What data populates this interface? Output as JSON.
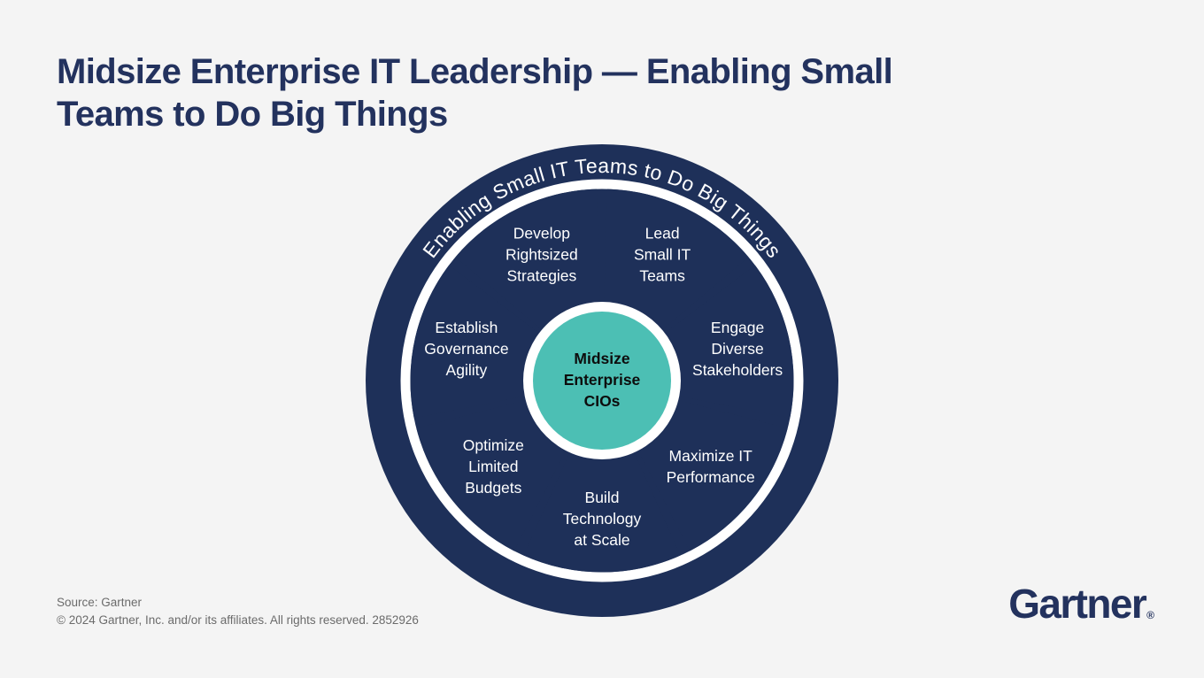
{
  "page": {
    "title_line1": "Midsize Enterprise IT Leadership — Enabling Small",
    "title_line2": "Teams to Do Big Things",
    "background_color": "#f4f4f4"
  },
  "colors": {
    "navy": "#1e3059",
    "teal": "#4cbfb4",
    "white": "#ffffff",
    "title": "#23325e",
    "footer_text": "#6b6b6b"
  },
  "diagram": {
    "type": "concentric-wheel",
    "outer_ring_text": "Enabling Small IT Teams to Do Big Things",
    "core": {
      "line1": "Midsize",
      "line2": "Enterprise",
      "line3": "CIOs"
    },
    "segments": [
      {
        "id": "lead-small-it-teams",
        "lines": [
          "Lead",
          "Small IT",
          "Teams"
        ]
      },
      {
        "id": "engage-diverse-stakeholders",
        "lines": [
          "Engage",
          "Diverse",
          "Stakeholders"
        ]
      },
      {
        "id": "maximize-it-performance",
        "lines": [
          "Maximize IT",
          "Performance"
        ]
      },
      {
        "id": "build-technology-at-scale",
        "lines": [
          "Build",
          "Technology",
          "at Scale"
        ]
      },
      {
        "id": "optimize-limited-budgets",
        "lines": [
          "Optimize",
          "Limited",
          "Budgets"
        ]
      },
      {
        "id": "establish-governance-agility",
        "lines": [
          "Establish",
          "Governance",
          "Agility"
        ]
      },
      {
        "id": "develop-rightsized-strategies",
        "lines": [
          "Develop",
          "Rightsized",
          "Strategies"
        ]
      }
    ]
  },
  "footer": {
    "source": "Source: Gartner",
    "copyright": "© 2024 Gartner, Inc. and/or its affiliates. All rights reserved. 2852926"
  },
  "logo": {
    "wordmark": "Gartner",
    "registered": "®"
  }
}
